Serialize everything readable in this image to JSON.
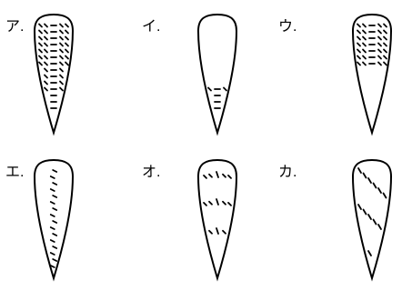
{
  "figures": [
    {
      "id": "a",
      "label": "ア."
    },
    {
      "id": "i",
      "label": "イ."
    },
    {
      "id": "u",
      "label": "ウ."
    },
    {
      "id": "e",
      "label": "エ."
    },
    {
      "id": "o",
      "label": "オ."
    },
    {
      "id": "ka",
      "label": "カ."
    }
  ]
}
